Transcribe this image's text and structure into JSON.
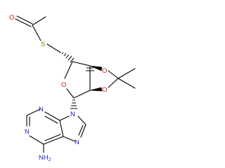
{
  "molecule": {
    "atom_labels": {
      "carbonyl_oxygen": "O",
      "thioester_sulfur": "S",
      "ring_oxygen": "O",
      "dioxolane_oxygen_upper": "O",
      "dioxolane_oxygen_lower": "O",
      "n9": "N",
      "n1": "N",
      "n3": "N",
      "n7": "N",
      "amine_n": "NH",
      "amine_h_count": "2"
    },
    "colors": {
      "bond": "#000000",
      "nitrogen": "#1d1dcc",
      "oxygen": "#cc1d1d",
      "sulfur": "#8a7a00"
    }
  }
}
